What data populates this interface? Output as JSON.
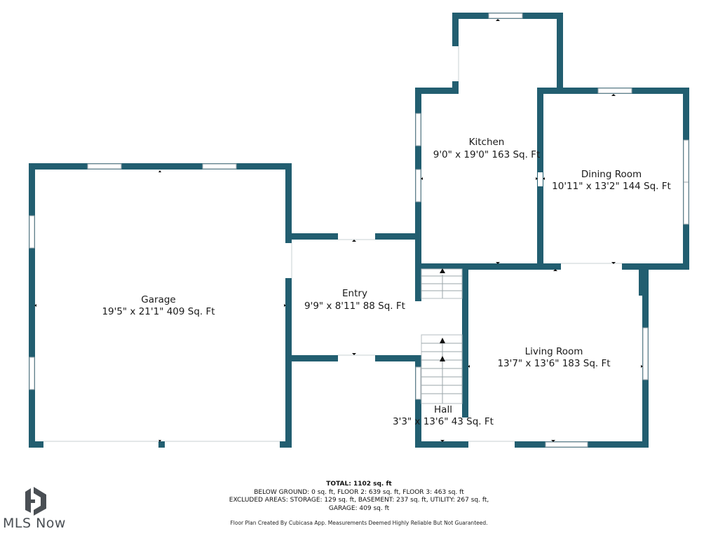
{
  "colors": {
    "wall": "#225e70",
    "text": "#1a1a1a",
    "logo": "#4a4f54"
  },
  "rooms": {
    "garage": {
      "name": "Garage",
      "dims": "19'5\" x 21'1\" 409 Sq. Ft"
    },
    "entry": {
      "name": "Entry",
      "dims": "9'9\" x 8'11\" 88 Sq. Ft"
    },
    "kitchen": {
      "name": "Kitchen",
      "dims": "9'0\" x 19'0\" 163 Sq. Ft"
    },
    "dining": {
      "name": "Dining Room",
      "dims": "10'11\" x 13'2\" 144 Sq. Ft"
    },
    "living": {
      "name": "Living Room",
      "dims": "13'7\" x 13'6\" 183 Sq. Ft"
    },
    "hall": {
      "name": "Hall",
      "dims": "3'3\" x 13'6\" 43 Sq. Ft"
    }
  },
  "summary": {
    "total": "TOTAL: 1102 sq. ft",
    "line1": "BELOW GROUND: 0 sq. ft, FLOOR 2: 639 sq. ft, FLOOR 3: 463 sq. ft",
    "line2": "EXCLUDED AREAS: STORAGE: 129 sq. ft, BASEMENT: 237 sq. ft, UTILITY: 267 sq. ft,",
    "line3": "GARAGE: 409 sq. ft",
    "credit": "Floor Plan Created By Cubicasa App. Measurements Deemed Highly Reliable But Not Guaranteed."
  },
  "brand": {
    "logo_icon": "mls-now-logo-icon",
    "logo_text": "MLS Now"
  }
}
